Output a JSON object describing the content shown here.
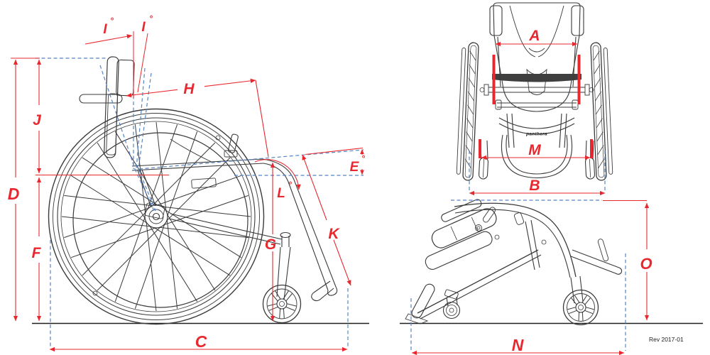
{
  "diagram": {
    "revision": "Rev 2017-01",
    "brand_logo": "panthera",
    "degree_symbol": "°",
    "side_view_labels": {
      "i_left": "I",
      "i_right": "I",
      "h": "H",
      "j": "J",
      "d": "D",
      "f": "F",
      "c": "C",
      "g": "G",
      "k": "K",
      "l": "L",
      "e": "E"
    },
    "front_view_labels": {
      "a": "A",
      "m": "M",
      "b": "B"
    },
    "folded_view_labels": {
      "o": "O",
      "n": "N"
    }
  },
  "colors": {
    "dimension_red": "#e8282e",
    "reference_blue": "#5585c5",
    "drawing_gray": "#3a3a3a"
  }
}
